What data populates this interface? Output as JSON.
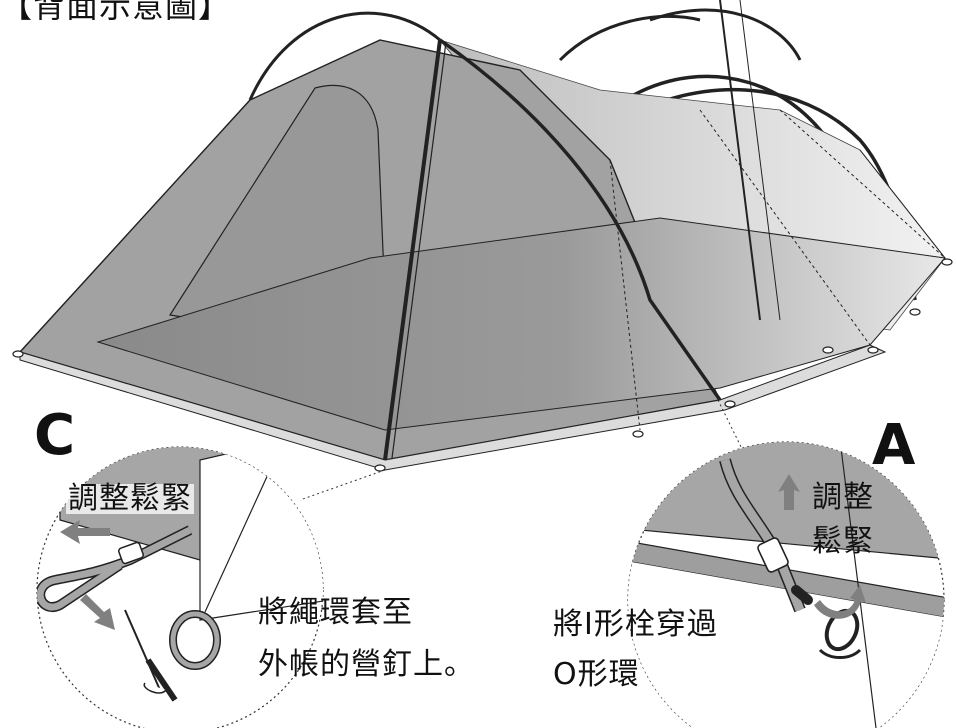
{
  "title": "【背面示意圖】",
  "callout_c": {
    "letter": "C",
    "adjust_label": "調整鬆緊",
    "instruction_line1": "將繩環套至",
    "instruction_line2": "外帳的營釘上。"
  },
  "callout_a": {
    "letter": "A",
    "adjust_label_line1": "調整",
    "adjust_label_line2": "鬆緊",
    "instruction_line1": "將I形栓穿過",
    "instruction_line2": "O形環"
  },
  "colors": {
    "tent_dark": "#8f8f8f",
    "tent_mid": "#a9a9a9",
    "tent_light": "#e6e6e6",
    "arrow": "#808080",
    "line": "#222222"
  }
}
